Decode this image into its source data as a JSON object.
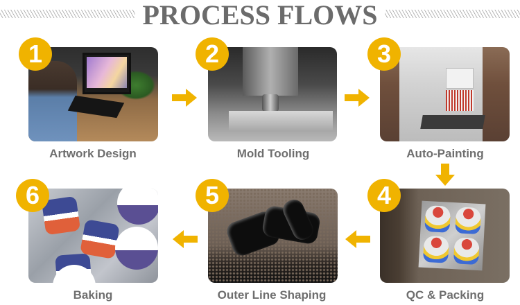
{
  "title": "PROCESS FLOWS",
  "colors": {
    "accent": "#f0b300",
    "title_text": "#6b6b6b",
    "label_text": "#6e6e6e"
  },
  "steps": [
    {
      "number": "1",
      "label": "Artwork Design"
    },
    {
      "number": "2",
      "label": "Mold Tooling"
    },
    {
      "number": "3",
      "label": "Auto-Painting"
    },
    {
      "number": "4",
      "label": "QC & Packing"
    },
    {
      "number": "5",
      "label": "Outer  Line Shaping"
    },
    {
      "number": "6",
      "label": "Baking"
    }
  ],
  "arrows": [
    {
      "from": "1",
      "to": "2",
      "direction": "right"
    },
    {
      "from": "2",
      "to": "3",
      "direction": "right"
    },
    {
      "from": "3",
      "to": "4",
      "direction": "down"
    },
    {
      "from": "4",
      "to": "5",
      "direction": "left"
    },
    {
      "from": "5",
      "to": "6",
      "direction": "left"
    }
  ],
  "icons": {
    "decoration": "diagonal-hatch-lines",
    "arrow": "arrow-icon"
  }
}
